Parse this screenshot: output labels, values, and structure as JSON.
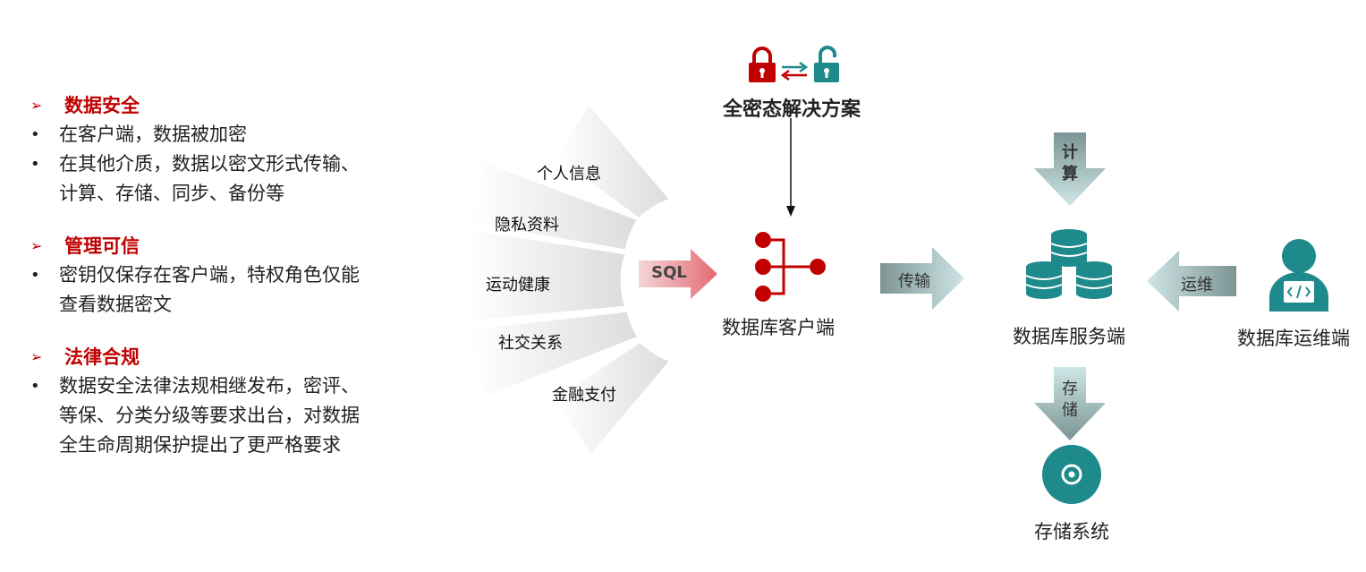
{
  "left_panel": {
    "sections": [
      {
        "title": "数据安全",
        "bullets": [
          "在客户端，数据被加密",
          "在其他介质，数据以密文形式传输、",
          "计算、存储、同步、备份等"
        ]
      },
      {
        "title": "管理可信",
        "bullets": [
          "密钥仅保存在客户端，特权角色仅能",
          "查看数据密文"
        ]
      },
      {
        "title": "法律合规",
        "bullets": [
          "数据安全法律法规相继发布，密评、",
          "等保、分类分级等要求出台，对数据",
          "全生命周期保护提出了更严格要求"
        ]
      }
    ]
  },
  "fan": {
    "items": [
      "个人信息",
      "隐私资料",
      "运动健康",
      "社交关系",
      "金融支付"
    ]
  },
  "sql_arrow": {
    "label": "SQL"
  },
  "solution": {
    "title": "全密态解决方案"
  },
  "client": {
    "label": "数据库客户端"
  },
  "transfer_arrow": {
    "label": "传输"
  },
  "server": {
    "label": "数据库服务端"
  },
  "compute_arrow": {
    "chars": [
      "计",
      "算"
    ]
  },
  "ops_arrow": {
    "label": "运维"
  },
  "ops": {
    "label": "数据库运维端"
  },
  "store_arrow": {
    "chars": [
      "存",
      "储"
    ]
  },
  "storage": {
    "label": "存储系统"
  },
  "colors": {
    "accent_red": "#c00000",
    "teal": "#1e8a8c",
    "grey_arrow": "#8fa3a3"
  }
}
